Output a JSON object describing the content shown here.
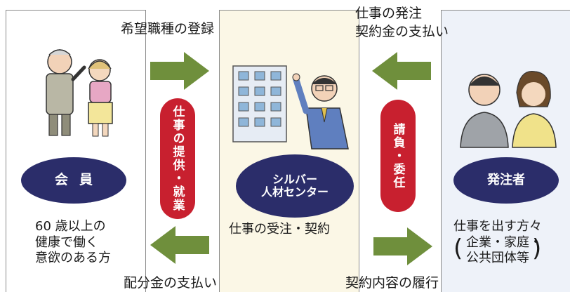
{
  "labels": {
    "top_left_flow": "希望職種の登録",
    "top_right_flow_line1": "仕事の発注",
    "top_right_flow_line2": "契約金の支払い",
    "bottom_left_flow": "配分金の支払い",
    "bottom_right_flow": "契約内容の履行"
  },
  "left_panel": {
    "oval_label": "会員",
    "description_line1": "60 歳以上の",
    "description_line2": "健康で働く",
    "description_line3": "意欲のある方"
  },
  "center_panel": {
    "oval_line1": "シルバー",
    "oval_line2": "人材センター",
    "description": "仕事の受注・契約"
  },
  "right_panel": {
    "oval_label": "発注者",
    "description_line1": "仕事を出す方々",
    "description_line2": "企業・家庭・",
    "description_line3": "公共団体等"
  },
  "pills": {
    "left": "仕事の提供・就業",
    "right": "請負・委任"
  },
  "colors": {
    "oval_navy": "#2b2d6a",
    "pill_red": "#c8202f",
    "arrow_green": "#6f8f3c",
    "center_bg": "#fbf7e6",
    "client_bg": "#eef2f9"
  },
  "illustrations": [
    "elderly-couple-illustration",
    "office-building-illustration",
    "staff-man-illustration",
    "client-couple-illustration"
  ]
}
